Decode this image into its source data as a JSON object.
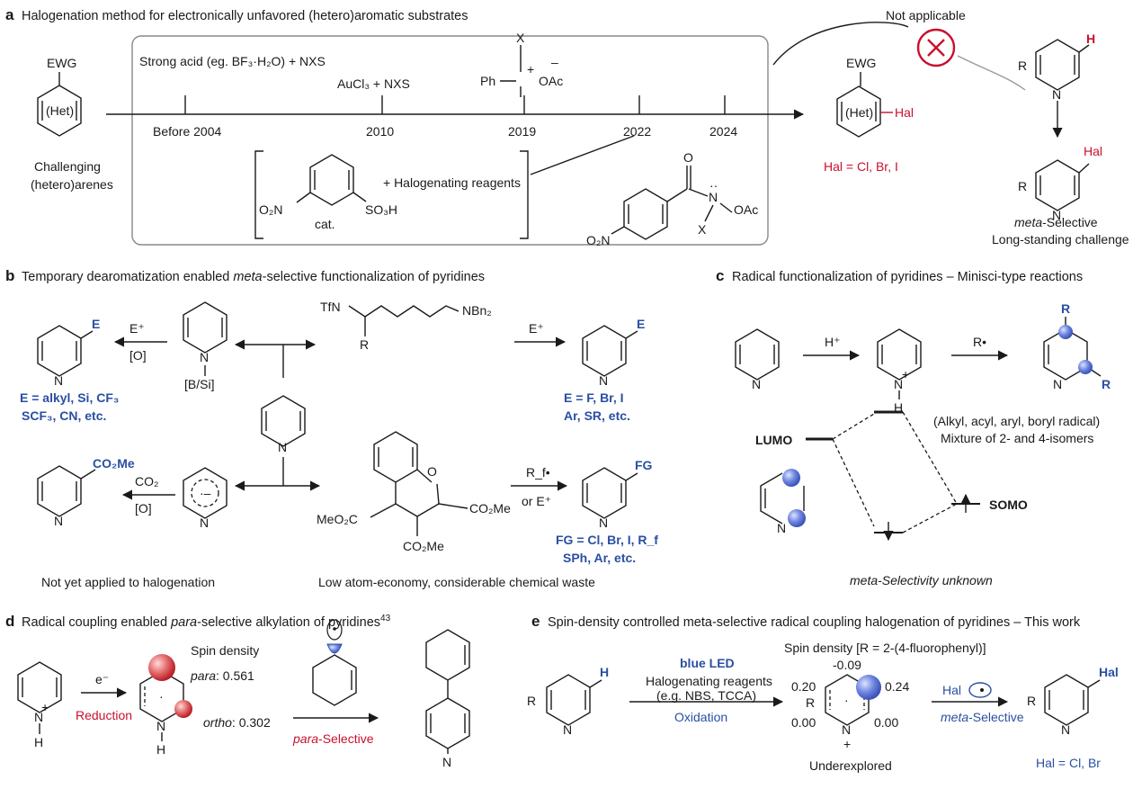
{
  "panel_a": {
    "label": "a",
    "title": "Halogenation method for electronically unfavored (hetero)aromatic substrates",
    "ewg": "EWG",
    "het": "(Het)",
    "substrate_caption_1": "Challenging",
    "substrate_caption_2": "(hetero)arenes",
    "method_strong_acid": "Strong acid (eg. BF₃·H₂O) + NXS",
    "method_aucl3": "AuCl₃ + NXS",
    "method_iodine_x": "X",
    "method_iodine_ph": "Ph",
    "method_iodine_plus": "+",
    "method_iodine_minus": "–",
    "method_iodine_oac": "OAc",
    "years": [
      "Before 2004",
      "2010",
      "2019",
      "2022",
      "2024"
    ],
    "reagents": "+ Halogenating reagents",
    "catalyst_no2": "O₂N",
    "catalyst_so3h": "SO₃H",
    "catalyst_cat": "cat.",
    "amide_o": "O",
    "amide_n": "N",
    "amide_x": "X",
    "amide_oac": "OAc",
    "amide_no2": "O₂N",
    "product_ewg": "EWG",
    "product_het": "(Het)",
    "product_hal": "Hal",
    "hal_scope": "Hal = Cl, Br, I",
    "not_applicable": "Not applicable",
    "pyr_r": "R",
    "pyr_h": "H",
    "pyr_n": "N",
    "meta_prod_hal": "Hal",
    "meta_caption_1a": "meta",
    "meta_caption_1b": "-Selective",
    "meta_caption_2": "Long-standing challenge"
  },
  "panel_b": {
    "label": "b",
    "title_1": "Temporary dearomatization enabled ",
    "title_2": "meta",
    "title_3": "-selective functionalization of pyridines",
    "e_plus": "E⁺",
    "ox": "[O]",
    "bsi": "[B/Si]",
    "left_scope_1": "E = alkyl, Si, CF₃",
    "left_scope_2": "SCF₃, CN, etc.",
    "zincke_tfn": "TfN",
    "zincke_nbn2": "NBn₂",
    "zincke_r": "R",
    "right_e_plus": "E⁺",
    "right_scope_1": "E = F, Br, I",
    "right_scope_2": "Ar, SR, etc.",
    "co2me": "CO₂Me",
    "co2": "CO₂",
    "ox2": "[O]",
    "oxazino_meo2c": "MeO₂C",
    "oxazino_co2me_1": "CO₂Me",
    "oxazino_co2me_2": "CO₂Me",
    "rf_radical": "R_f•",
    "or_e": "or E⁺",
    "fg": "FG",
    "fg_scope_1": "FG = Cl, Br, I, R_f",
    "fg_scope_2": "SPh, Ar, etc.",
    "note_left": "Not yet applied to halogenation",
    "note_mid": "Low atom-economy, considerable chemical waste"
  },
  "panel_c": {
    "label": "c",
    "title": "Radical functionalization of pyridines – Minisci-type reactions",
    "h_plus": "H⁺",
    "r_radical": "R•",
    "r_top": "R",
    "r_right": "R",
    "pyridinium_h": "H",
    "lumo": "LUMO",
    "somo": "SOMO",
    "radicals_note": "(Alkyl, acyl, aryl, boryl radical)",
    "mixture_note": "Mixture of 2- and  4-isomers",
    "meta_unknown": "meta-Selectivity unknown"
  },
  "panel_d": {
    "label": "d",
    "title_1": "Radical coupling enabled ",
    "title_2": "para",
    "title_3": "-selective alkylation of pyridines",
    "title_ref": "43",
    "spin_density": "Spin density",
    "para_label": "para",
    "para_value": ": 0.561",
    "ortho_label": "ortho",
    "ortho_value": ": 0.302",
    "e_minus": "e⁻",
    "reduction": "Reduction",
    "para_selective_1": "para",
    "para_selective_2": "-Selective",
    "h": "H"
  },
  "panel_e": {
    "label": "e",
    "title": "Spin-density controlled meta-selective radical coupling halogenation of pyridines – This work",
    "spin_density": "Spin density [R = 2-(4-fluorophenyl)]",
    "blue_led": "blue LED",
    "reagents_1": "Halogenating reagents",
    "reagents_2": "(e.g. NBS, TCCA)",
    "oxidation": "Oxidation",
    "sd_top": "-0.09",
    "sd_left_top": "0.20",
    "sd_right_top": "0.24",
    "sd_left_bot": "0.00",
    "sd_right_bot": "0.00",
    "underexplored": "Underexplored",
    "hal_radical": "Hal",
    "meta_selective_1": "meta",
    "meta_selective_2": "-Selective",
    "product_hal": "Hal",
    "hal_scope": "Hal = Cl, Br",
    "r": "R",
    "h": "H",
    "plus": "+"
  },
  "colors": {
    "red": "#c8102e",
    "blue": "#2a4fa3",
    "black": "#1a1a1a"
  }
}
